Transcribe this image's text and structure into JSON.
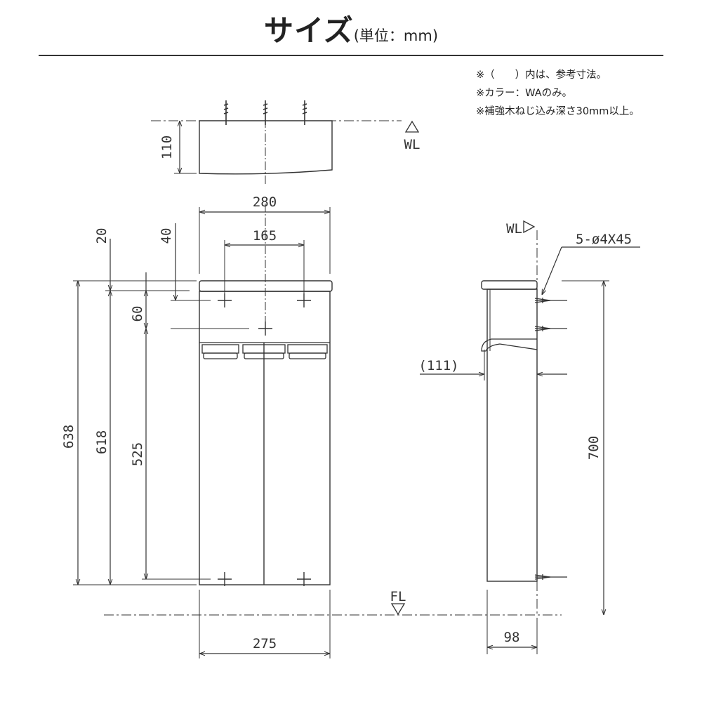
{
  "header": {
    "title": "サイズ",
    "unit": "(単位：mm)"
  },
  "notes": [
    "※（　　）内は、参考寸法。",
    "※カラー：WAのみ。",
    "※補強木ねじ込み深さ30mm以上。"
  ],
  "dimensions": {
    "top_view": {
      "depth": "110",
      "wl": "WL"
    },
    "front_view": {
      "width_top": "280",
      "screw_pitch": "165",
      "offset_20": "20",
      "offset_40": "40",
      "spacing_60": "60",
      "height_638": "638",
      "height_618": "618",
      "height_525": "525",
      "width_bottom": "275",
      "fl": "FL"
    },
    "side_view": {
      "wl": "WL",
      "screws": "5-ø4X45",
      "ref_111": "(111)",
      "height_700": "700",
      "depth_98": "98"
    }
  },
  "colors": {
    "line": "#333333",
    "background": "#ffffff"
  }
}
